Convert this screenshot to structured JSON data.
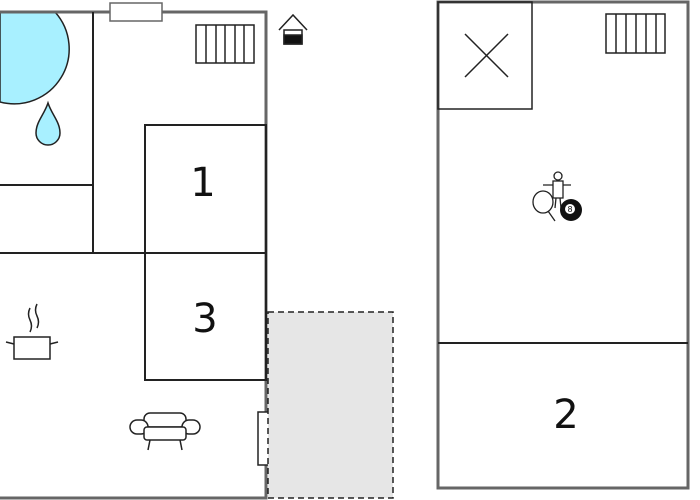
{
  "floorplan": {
    "rooms": [
      {
        "id": "bedroom-1",
        "label": "1"
      },
      {
        "id": "bedroom-3",
        "label": "3"
      },
      {
        "id": "bedroom-2",
        "label": "2"
      }
    ],
    "icons": [
      "pool-icon",
      "water-drop-icon",
      "radiator-icon",
      "house-icon",
      "kitchen-pot-icon",
      "sofa-icon",
      "x-mark-icon",
      "foosball-icon",
      "table-tennis-icon",
      "billiard-ball-icon",
      "door-icon",
      "window-icon"
    ],
    "billiard_ball_number": "8",
    "colors": {
      "wall": "#666666",
      "pool": "#a8f0ff",
      "terrace_fill": "#e6e6e6",
      "line": "#222222"
    }
  }
}
